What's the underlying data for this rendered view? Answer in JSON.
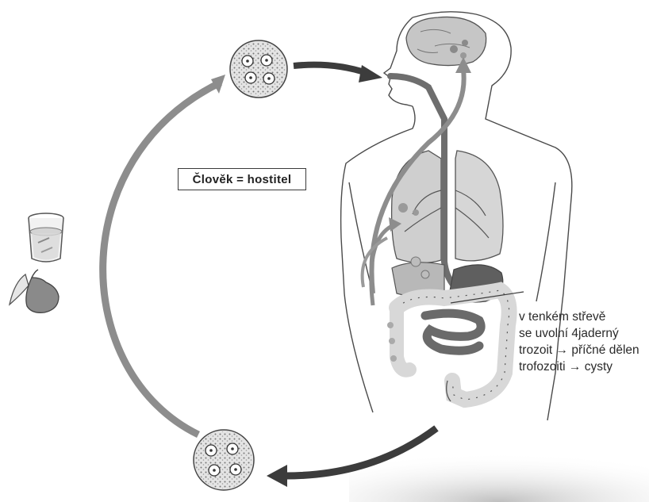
{
  "host_label": "Člověk = hostitel",
  "annotation_lines": [
    "v tenkém střevě",
    "se uvolní 4jaderný",
    "trozoit → příčné dělen",
    "trofozoiti → cysty"
  ],
  "colors": {
    "arrow_light": "#8a8a8a",
    "arrow_dark": "#3c3c3c",
    "organ_fill": "#c9c9c9",
    "outline": "#4a4a4a"
  },
  "icons": [
    "water-glass-icon",
    "pear-icon",
    "cyst-icon"
  ]
}
